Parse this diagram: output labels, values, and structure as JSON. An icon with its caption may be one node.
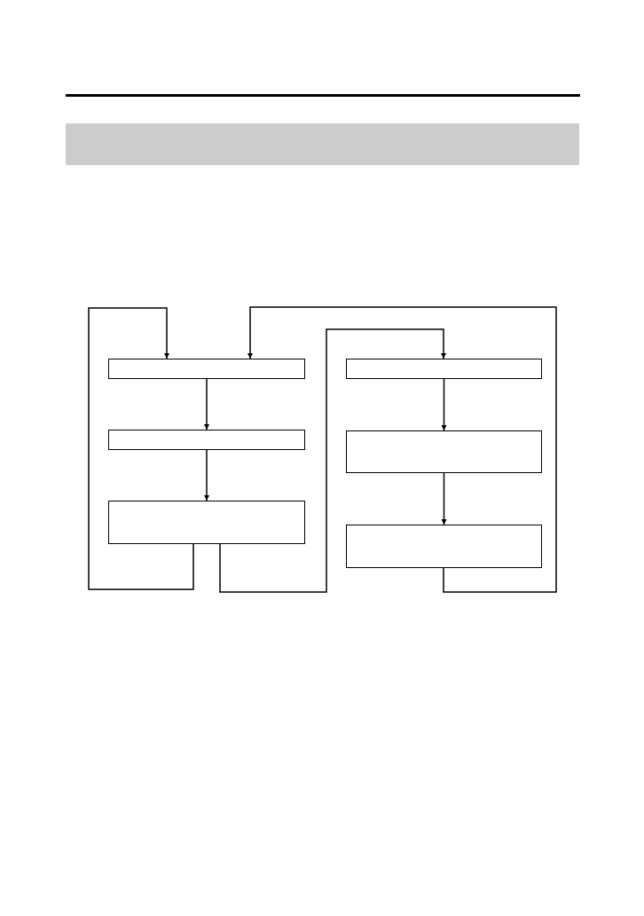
{
  "diagram": {
    "nodes": [
      {
        "text": [],
        "shape": "box"
      },
      {
        "text": [],
        "shape": "box"
      },
      {
        "text": [],
        "shape": "box"
      },
      {
        "text": [],
        "shape": "box"
      },
      {
        "text": [],
        "shape": "box"
      },
      {
        "text": [],
        "shape": "box"
      }
    ],
    "edges": [
      {
        "from": 0,
        "to": 1,
        "arrow": "to"
      },
      {
        "from": 1,
        "to": 2,
        "arrow": "to"
      },
      {
        "from": 2,
        "to": 0,
        "arrow": "to"
      },
      {
        "from": 2,
        "to": 3,
        "arrow": "to"
      },
      {
        "from": 3,
        "to": 4,
        "arrow": "to"
      },
      {
        "from": 4,
        "to": 5,
        "arrow": "to"
      },
      {
        "from": 5,
        "to": 0,
        "arrow": "to"
      }
    ]
  }
}
